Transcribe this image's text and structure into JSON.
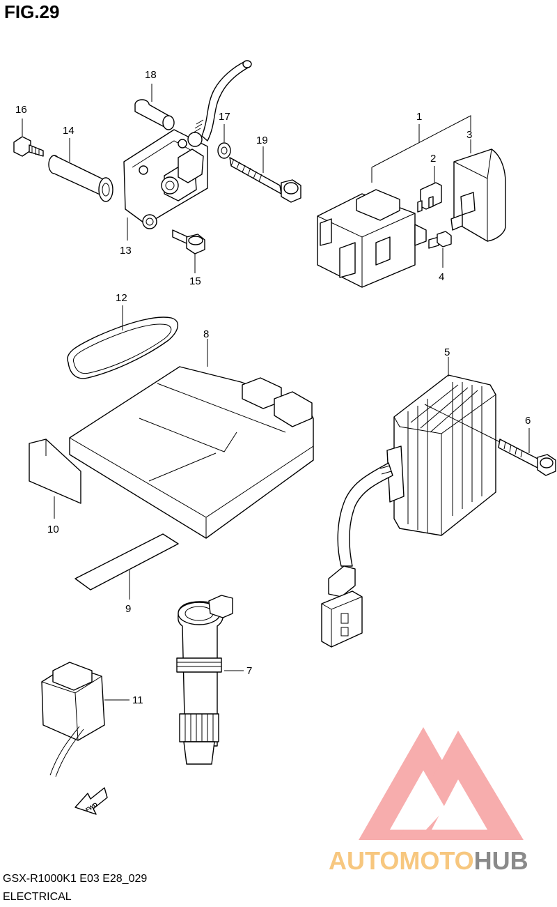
{
  "figure_title": "FIG.29",
  "callouts": {
    "c1": "1",
    "c2": "2",
    "c3": "3",
    "c4": "4",
    "c5": "5",
    "c6": "6",
    "c7": "7",
    "c8": "8",
    "c9": "9",
    "c10": "10",
    "c11": "11",
    "c12": "12",
    "c13": "13",
    "c14": "14",
    "c15": "15",
    "c16": "16",
    "c17": "17",
    "c18": "18",
    "c19": "19"
  },
  "fwd_label": "FWD",
  "footer": {
    "model_code": "GSX-R1000K1 E03 E28_029",
    "section": "ELECTRICAL"
  },
  "watermark": {
    "part1": "AUTOMOTO",
    "part2": "HUB",
    "colors": {
      "triangle": "#f26b6b",
      "text_light": "#f7c77f",
      "text_dark": "#8a8a8a"
    }
  }
}
